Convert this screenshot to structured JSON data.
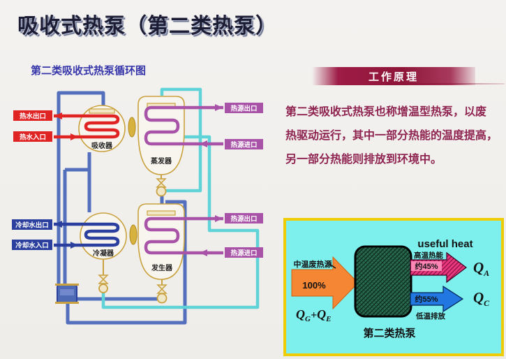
{
  "title": "吸收式热泵（第二类热泵）",
  "cycle": {
    "title": "第二类吸收式热泵循环图",
    "labels": {
      "hot_water_out": "热水出口",
      "hot_water_in": "热水入口",
      "cooling_water_out": "冷却水出口",
      "cooling_water_in": "冷却水入口",
      "heat_source_out_top": "热源出口",
      "heat_source_in_top": "热源进口",
      "heat_source_out_bottom": "热源出口",
      "heat_source_in_bottom": "热源进口"
    },
    "vessels": {
      "absorber": "吸收器",
      "evaporator": "蒸发器",
      "condenser": "冷凝器",
      "generator": "发生器"
    }
  },
  "principle": {
    "heading": "工作原理",
    "line1": "第二类吸收式热泵也称增温型热泵，以废",
    "line2": "热驱动运行，其中一部分热能的温度提高，",
    "line3": "另一部分热能则排放到环境中。"
  },
  "energy": {
    "input_label": "中温废热源",
    "input_pct": "100%",
    "useful_heat": "useful heat",
    "high_temp_label": "高温热能",
    "high_pct": "约45%",
    "low_pct": "约55%",
    "low_temp_label": "低温排放",
    "caption": "第二类热泵",
    "q_g": "Q",
    "q_g_sub": "G",
    "plus": "+",
    "q_e": "Q",
    "q_e_sub": "E",
    "q_a": "Q",
    "q_a_sub": "A",
    "q_c": "Q",
    "q_c_sub": "C"
  },
  "colors": {
    "accent_maroon": "#8e1538",
    "text_maroon": "#8e2350",
    "subtitle_blue": "#3636aa",
    "hot_red": "#e02424",
    "navy": "#2b3f9e",
    "pipe_blue": "#5470bd",
    "cyan": "#5fd3d8",
    "purple": "#a853a8",
    "gold": "#c9a23f",
    "panel_bg": "#7df0ee",
    "panel_border": "#eecd08",
    "orange": "#f58634",
    "magenta": "#e8397e",
    "arrow_blue": "#2277e0",
    "green_box": "#2a6b50"
  }
}
